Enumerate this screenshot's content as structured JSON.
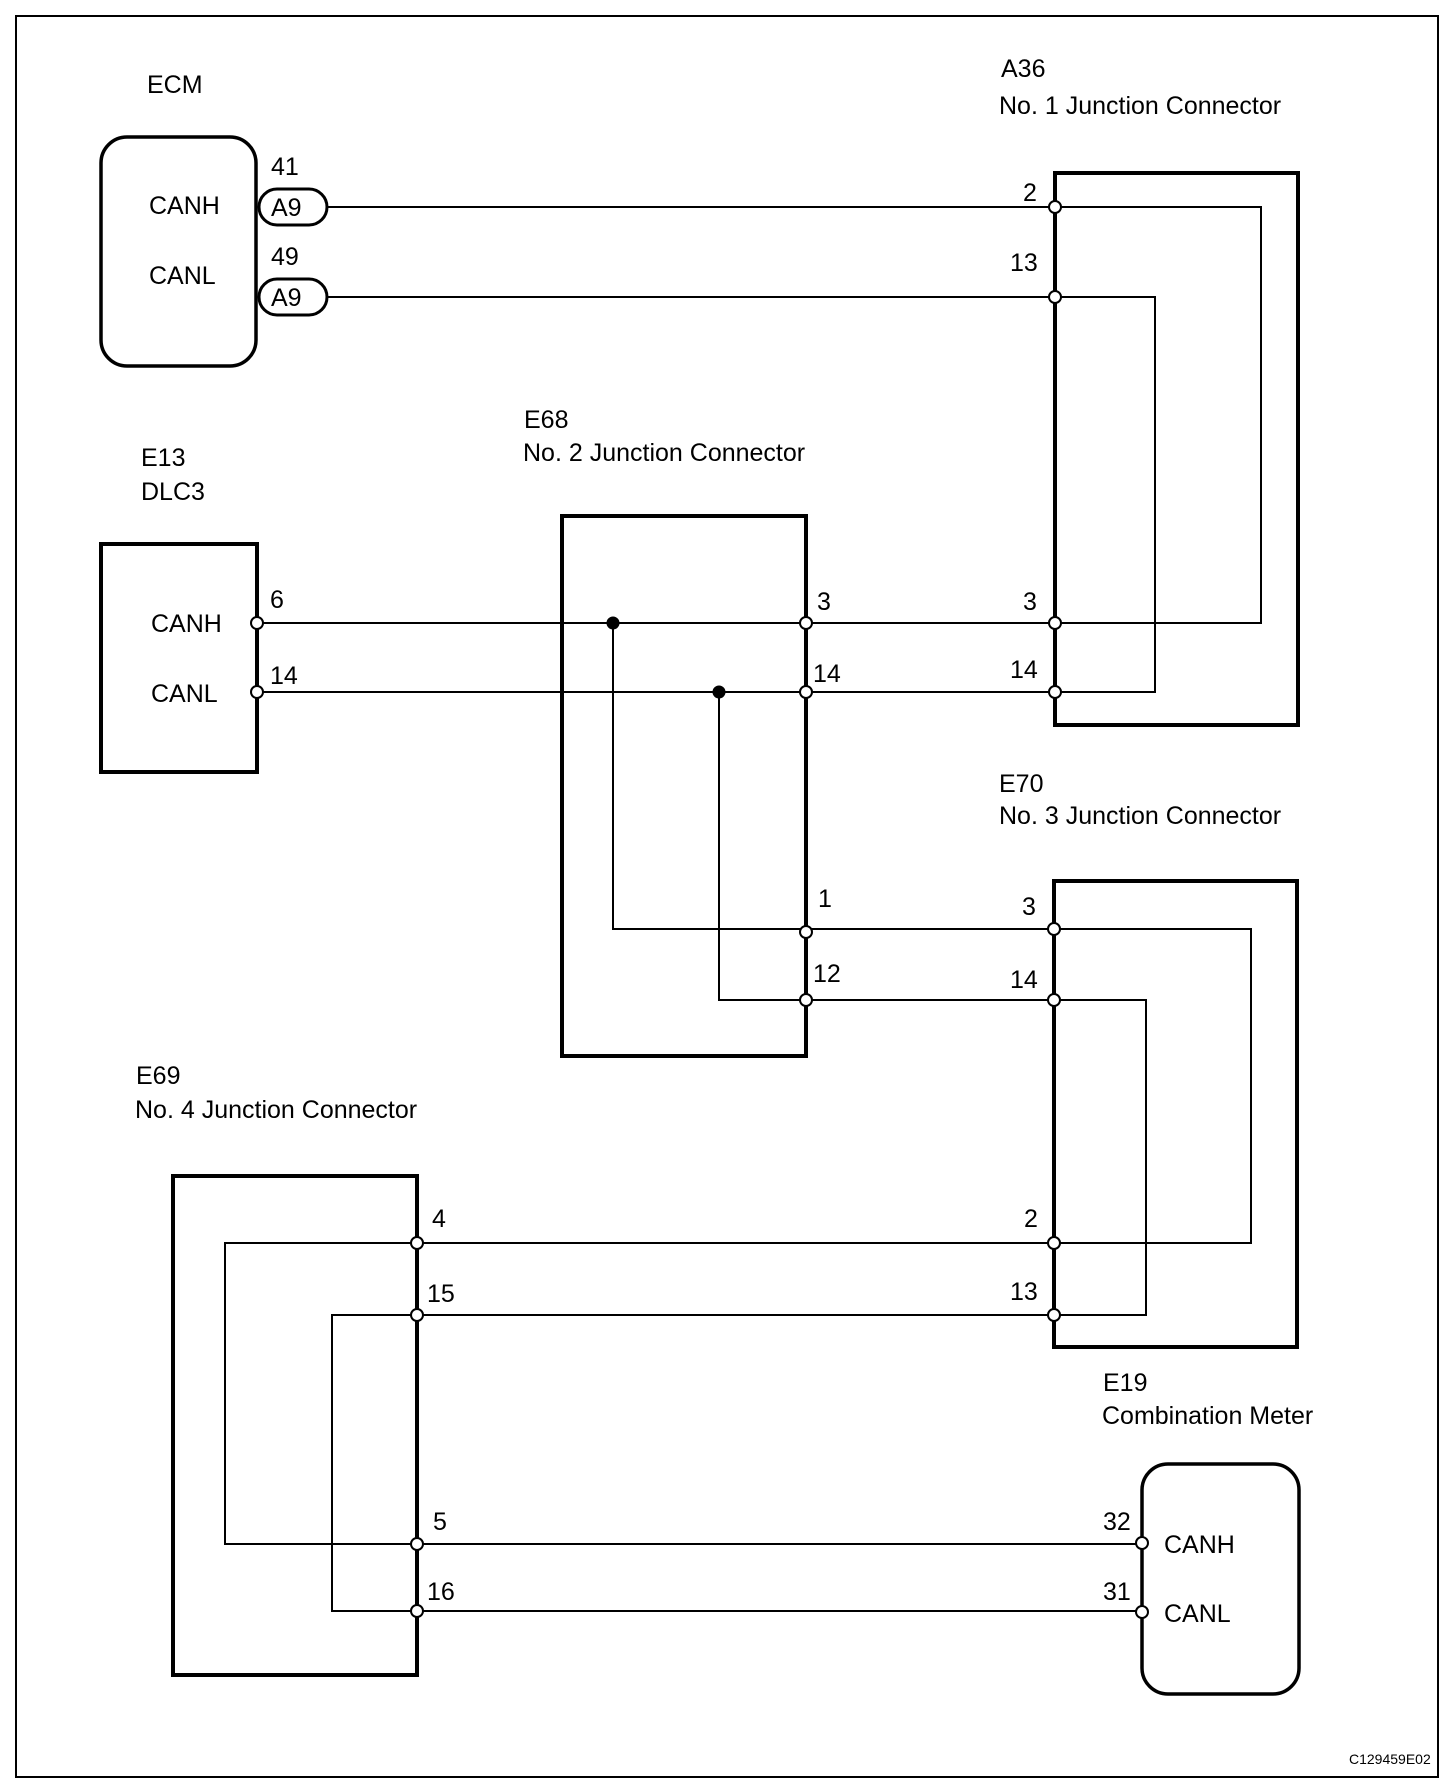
{
  "diagram": {
    "figure_code": "C129459E02",
    "components": {
      "ecm": {
        "name": "ECM",
        "signals": [
          "CANH",
          "CANL"
        ],
        "pins": [
          {
            "number": "41",
            "connector": "A9",
            "signal": "CANH"
          },
          {
            "number": "49",
            "connector": "A9",
            "signal": "CANL"
          }
        ]
      },
      "a36": {
        "code": "A36",
        "name": "No. 1 Junction Connector",
        "pins": [
          "2",
          "13",
          "3",
          "14"
        ]
      },
      "e13": {
        "code": "E13",
        "name": "DLC3",
        "signals": [
          "CANH",
          "CANL"
        ],
        "pins": [
          "6",
          "14"
        ]
      },
      "e68": {
        "code": "E68",
        "name": "No. 2 Junction Connector",
        "pins": [
          "3",
          "14",
          "1",
          "12"
        ]
      },
      "e70": {
        "code": "E70",
        "name": "No. 3 Junction Connector",
        "pins": [
          "3",
          "14",
          "2",
          "13"
        ]
      },
      "e69": {
        "code": "E69",
        "name": "No. 4 Junction Connector",
        "pins": [
          "4",
          "15",
          "5",
          "16"
        ]
      },
      "e19": {
        "code": "E19",
        "name": "Combination Meter",
        "signals": [
          "CANH",
          "CANL"
        ],
        "pins": [
          "32",
          "31"
        ]
      }
    },
    "connections": [
      {
        "from": "ECM A9-41 (CANH)",
        "to": "A36-2"
      },
      {
        "from": "ECM A9-49 (CANL)",
        "to": "A36-13"
      },
      {
        "from": "A36-2",
        "to": "A36-3",
        "internal": true
      },
      {
        "from": "A36-13",
        "to": "A36-14",
        "internal": true
      },
      {
        "from": "E13-6 (CANH)",
        "to": "E68-3",
        "splice": true
      },
      {
        "from": "E13-14 (CANL)",
        "to": "E68-14",
        "splice": true
      },
      {
        "from": "E68-3",
        "to": "A36-3"
      },
      {
        "from": "E68-14",
        "to": "A36-14"
      },
      {
        "from": "E68 CANH splice",
        "to": "E68-1",
        "internal": true
      },
      {
        "from": "E68 CANL splice",
        "to": "E68-12",
        "internal": true
      },
      {
        "from": "E68-1",
        "to": "E70-3"
      },
      {
        "from": "E68-12",
        "to": "E70-14"
      },
      {
        "from": "E70-3",
        "to": "E70-2",
        "internal": true
      },
      {
        "from": "E70-14",
        "to": "E70-13",
        "internal": true
      },
      {
        "from": "E70-2",
        "to": "E69-4"
      },
      {
        "from": "E70-13",
        "to": "E69-15"
      },
      {
        "from": "E69-4",
        "to": "E69-5",
        "internal": true
      },
      {
        "from": "E69-15",
        "to": "E69-16",
        "internal": true
      },
      {
        "from": "E69-5",
        "to": "E19-32 (CANH)"
      },
      {
        "from": "E69-16",
        "to": "E19-31 (CANL)"
      }
    ]
  }
}
